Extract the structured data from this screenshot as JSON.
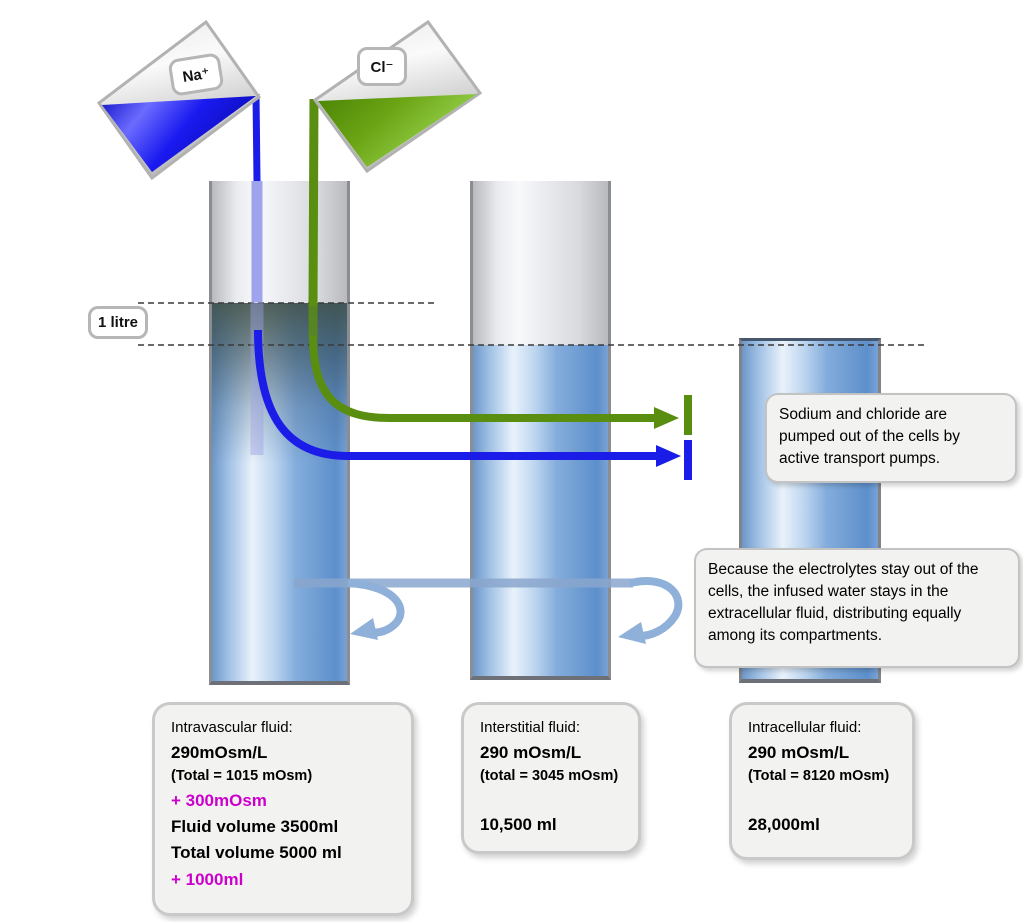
{
  "diagram": {
    "litre_label": "1 litre",
    "beakers": {
      "na_label": "Na⁺",
      "cl_label": "Cl⁻"
    },
    "notes": {
      "pump_note": "Sodium and chloride are pumped out of the cells by active transport pumps.",
      "distribution_note": "Because the electrolytes stay out of the cells, the infused water stays in the extracellular fluid, distributing equally among its compartments."
    },
    "compartments": [
      {
        "title": "Intravascular fluid:",
        "osmolarity": "290mOsm/L",
        "total": "(Total = 1015 mOsm)",
        "added_osm": "+ 300mOsm",
        "fluid_volume": "Fluid volume 3500ml",
        "total_volume": "Total volume 5000 ml",
        "added_volume": "+ 1000ml"
      },
      {
        "title": "Interstitial fluid:",
        "osmolarity": "290 mOsm/L",
        "total": "(total = 3045 mOsm)",
        "volume": "10,500 ml"
      },
      {
        "title": "Intracellular fluid:",
        "osmolarity": "290 mOsm/L",
        "total": "(Total = 8120 mOsm)",
        "volume": "28,000ml"
      }
    ],
    "colors": {
      "sodium_blue": "#1c1ce8",
      "chloride_green": "#5a8e10",
      "water_arrow_blue": "#8fb0d8",
      "magenta": "#cc00cc"
    }
  }
}
